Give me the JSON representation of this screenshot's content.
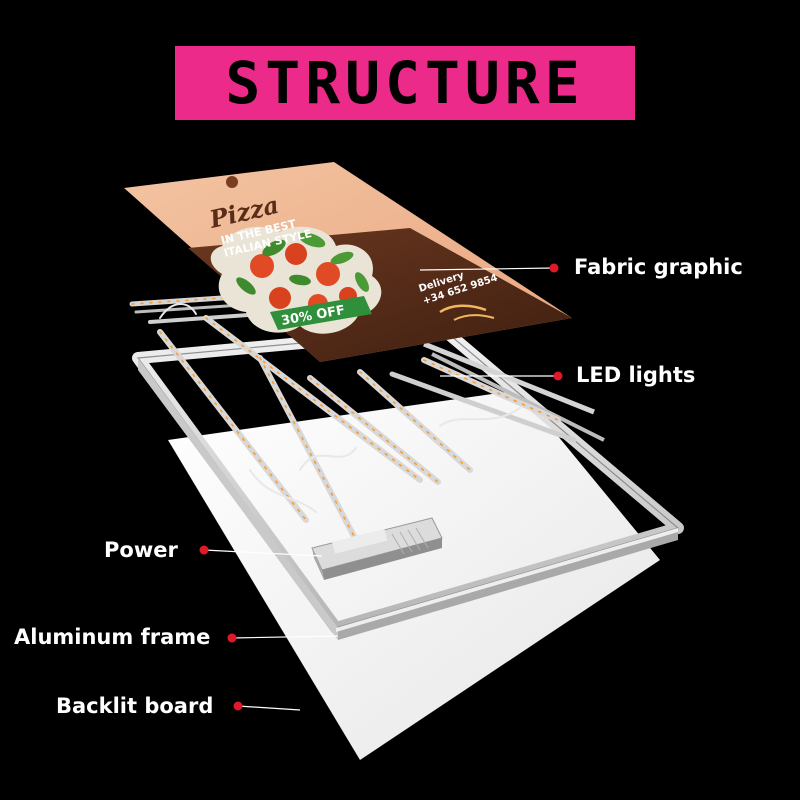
{
  "title": "STRUCTURE",
  "labels": {
    "fabric": "Fabric graphic",
    "led": "LED lights",
    "power": "Power",
    "frame": "Aluminum frame",
    "board": "Backlit board"
  },
  "poster": {
    "heading": "Pizza",
    "tagline_1": "IN THE BEST",
    "tagline_2": "ITALIAN STYLE",
    "discount": "30% OFF",
    "delivery": "Delivery",
    "phone": "+34 652 9854"
  },
  "colors": {
    "accent": "#ec2a89",
    "marker": "#e0182a",
    "background": "#000000",
    "poster_brown": "#5a2d18",
    "poster_peach": "#efb58f",
    "badge_green": "#2f8f3a"
  }
}
